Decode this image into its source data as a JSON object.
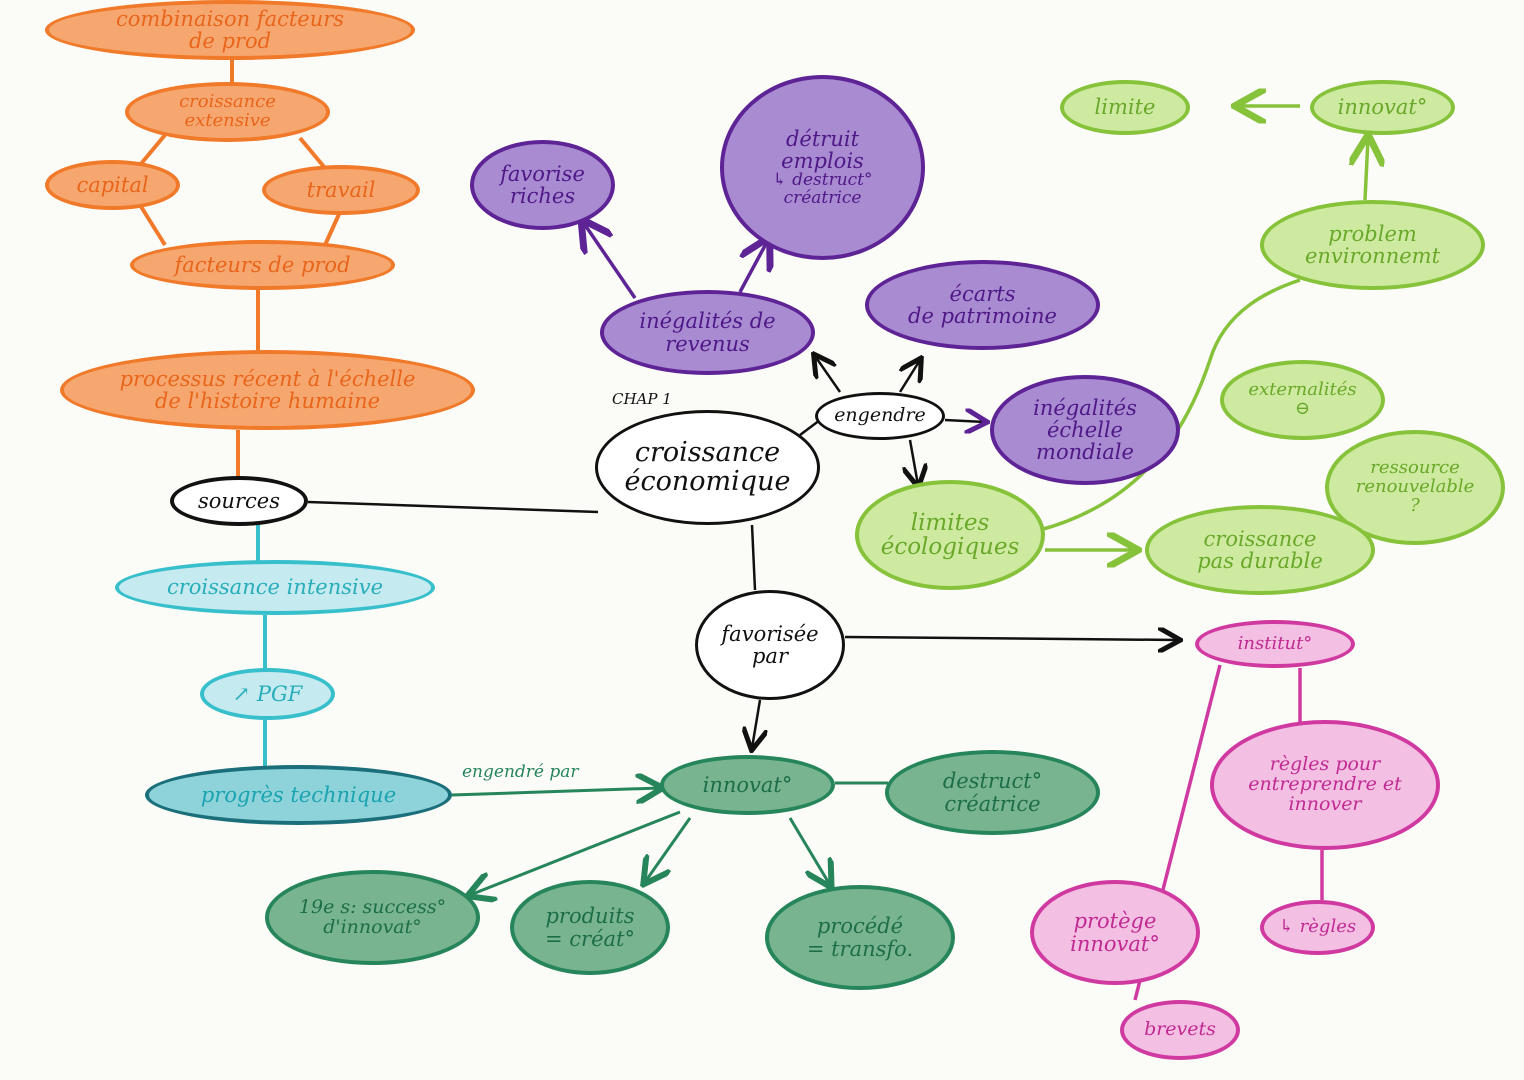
{
  "title": {
    "chapter": "CHAP 1",
    "line1": "croissance",
    "line2": "économique"
  },
  "orange": {
    "combinaison": [
      "combinaison facteurs",
      "de prod"
    ],
    "extensive": [
      "croissance",
      "extensive"
    ],
    "capital": "capital",
    "travail": "travail",
    "facteurs": "facteurs de prod",
    "processus": [
      "processus récent à l'échelle",
      "de l'histoire humaine"
    ]
  },
  "black": {
    "sources": "sources",
    "engendre": "engendre",
    "favorisee": [
      "favorisée",
      "par"
    ]
  },
  "cyan": {
    "intensive": "croissance intensive",
    "pgf": "↗ PGF",
    "progres": "progrès technique"
  },
  "purple": {
    "riches": [
      "favorise",
      "riches"
    ],
    "emplois": [
      "détruit",
      "emplois",
      "↳ destruct° créatrice"
    ],
    "revenus": [
      "inégalités de",
      "revenus"
    ],
    "patrimoine": [
      "écarts",
      "de patrimoine"
    ],
    "mondiale": [
      "inégalités",
      "échelle",
      "mondiale"
    ]
  },
  "lgreen": {
    "limite": "limite",
    "innovat": "innovat°",
    "probleme": [
      "problem",
      "environnemt"
    ],
    "externalites": [
      "externalités",
      "⊖"
    ],
    "ressource": [
      "ressource",
      "renouvelable",
      "?"
    ],
    "limites": [
      "limites",
      "écologiques"
    ],
    "pasdurable": [
      "croissance",
      "pas durable"
    ]
  },
  "dgreen": {
    "engendre_par": "engendré par",
    "innovat": "innovat°",
    "destruct": [
      "destruct°",
      "créatrice"
    ],
    "siecle": [
      "19e s: success°",
      "d'innovat°"
    ],
    "produits": [
      "produits",
      "= créat°"
    ],
    "procede": [
      "procédé",
      "= transfo."
    ]
  },
  "pink": {
    "institut": "institut°",
    "regles_pour": [
      "règles pour",
      "entreprendre et",
      "innover"
    ],
    "protege": [
      "protège",
      "innovat°"
    ],
    "brevets": "brevets",
    "regles": "↳ règles"
  }
}
